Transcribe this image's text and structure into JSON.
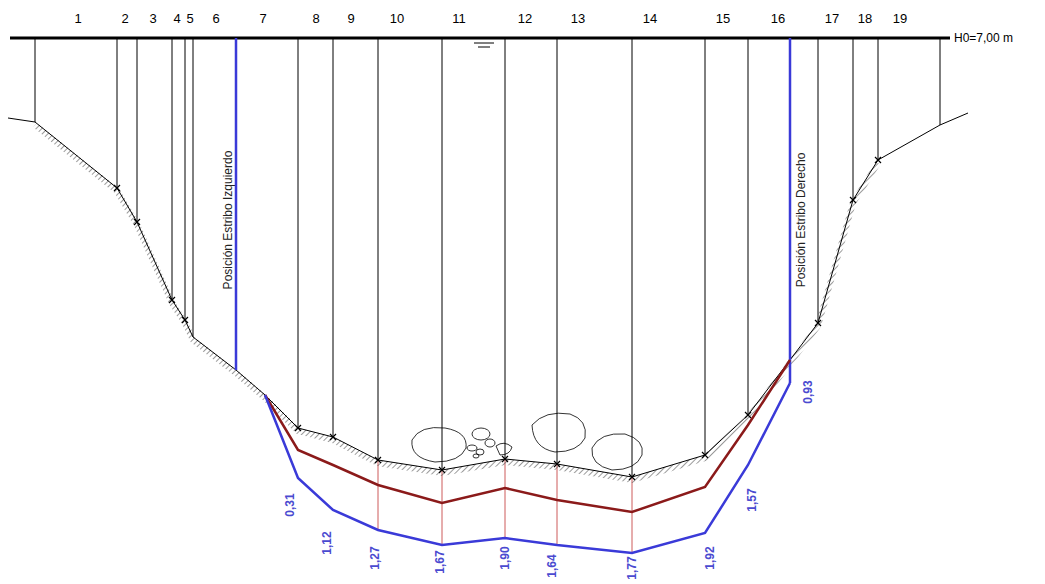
{
  "diagram": {
    "labels": [
      "1",
      "2",
      "3",
      "4",
      "5",
      "6",
      "7",
      "8",
      "9",
      "10",
      "11",
      "12",
      "13",
      "14",
      "15",
      "16",
      "17",
      "18",
      "19",
      "H0=7,00 m",
      "Posición Estribo Izquierdo",
      "Posición Estribo Derecho",
      "0,31",
      "1,12",
      "1,27",
      "1,67",
      "1,90",
      "1,64",
      "1,77",
      "1,92",
      "1,57",
      "0,93"
    ]
  }
}
